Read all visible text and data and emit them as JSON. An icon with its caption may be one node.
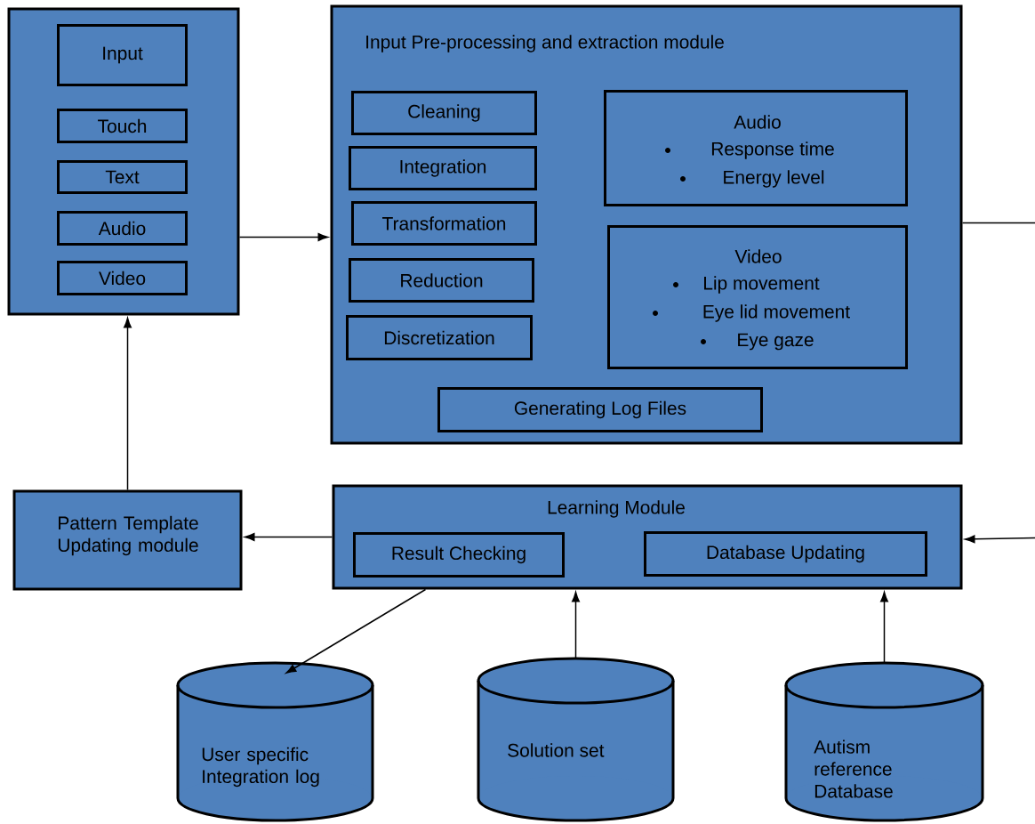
{
  "diagram": {
    "nodes": [
      {
        "text": [],
        "shape": "box"
      },
      {
        "text": [
          "Input"
        ],
        "in": 0
      },
      {
        "text": [
          "Touch"
        ],
        "in": 0
      },
      {
        "text": [
          "Text"
        ],
        "in": 0
      },
      {
        "text": [
          "Audio"
        ],
        "in": 0
      },
      {
        "text": [
          "Video"
        ],
        "in": 0
      },
      {
        "text": [
          "Input Pre-processing and extraction module"
        ]
      },
      {
        "text": [
          "Cleaning"
        ],
        "in": 6
      },
      {
        "text": [
          "Integration"
        ],
        "in": 6
      },
      {
        "text": [
          "Transformation"
        ],
        "in": 6
      },
      {
        "text": [
          "Reduction"
        ],
        "in": 6
      },
      {
        "text": [
          "Discretization"
        ],
        "in": 6
      },
      {
        "text": [
          "Audio",
          "Response time",
          "Energy level"
        ],
        "in": 6
      },
      {
        "text": [
          "Video",
          "Lip movement",
          "Eye lid movement",
          "Eye gaze"
        ],
        "in": 6
      },
      {
        "text": [
          "Generating Log Files"
        ],
        "in": 6
      },
      {
        "text": [
          "Pattern Template Updating module"
        ]
      },
      {
        "text": [
          "Learning Module"
        ]
      },
      {
        "text": [
          "Result Checking"
        ],
        "in": 16
      },
      {
        "text": [
          "Database Updating"
        ],
        "in": 16
      },
      {
        "text": [
          "User specific Integration log"
        ]
      },
      {
        "text": [
          "Solution set"
        ]
      },
      {
        "text": [
          "Autism reference Database"
        ]
      }
    ],
    "edges": [
      {
        "from": 0,
        "to": 6,
        "arrow": "to"
      },
      {
        "from": 15,
        "to": 0,
        "arrow": "to"
      },
      {
        "from": 16,
        "to": 15,
        "arrow": "to"
      },
      {
        "from": 16,
        "to": 19,
        "arrow": "to"
      },
      {
        "from": 20,
        "to": 16,
        "arrow": "to"
      },
      {
        "from": 21,
        "to": 16,
        "arrow": "to"
      },
      {
        "from": 6,
        "to": null,
        "arrow": "none"
      },
      {
        "from": null,
        "to": 16,
        "arrow": "to"
      }
    ]
  }
}
